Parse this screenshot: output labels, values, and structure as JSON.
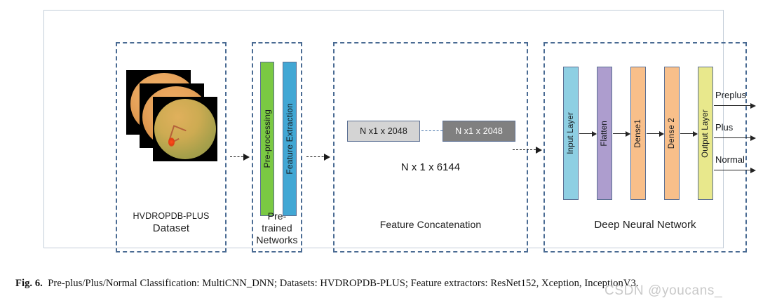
{
  "figure": {
    "caption_prefix": "Fig. 6.",
    "caption_text": "Pre-plus/Plus/Normal Classification: MultiCNN_DNN; Datasets: HVDROPDB-PLUS; Feature extractors: ResNet152, Xception, InceptionV3.",
    "watermark": "CSDN @youcans_"
  },
  "colors": {
    "stage_border": "#4a6b93",
    "frame_border": "#c3cdd9",
    "preprocessing": "#7ac943",
    "feature_extraction": "#42a7d4",
    "input_layer": "#8ecfe3",
    "flatten": "#ad9dce",
    "dense": "#f8bf8a",
    "output_layer": "#e8e88c",
    "concat_light": "#d4d4d4",
    "concat_dark": "#808080",
    "arrow": "#1c1c1c"
  },
  "stages": {
    "dataset": {
      "label_line1": "HVDROPDB-PLUS",
      "label_line2": "Dataset",
      "image_count": 3
    },
    "pretrained": {
      "label_line1": "Pre-trained",
      "label_line2": "Networks",
      "bars": [
        {
          "label": "Pre-processing"
        },
        {
          "label": "Feature Extraction"
        }
      ]
    },
    "concatenation": {
      "label": "Feature Concatenation",
      "box_a": "N x1 x 2048",
      "box_b": "N x1 x 2048",
      "total": "N x 1 x 6144"
    },
    "dnn": {
      "label": "Deep Neural Network",
      "layers": [
        {
          "label": "Input Layer"
        },
        {
          "label": "Flatten"
        },
        {
          "label": "Dense1"
        },
        {
          "label": "Dense 2"
        },
        {
          "label": "Output Layer"
        }
      ],
      "outputs": [
        {
          "label": "Preplus"
        },
        {
          "label": "Plus"
        },
        {
          "label": "Normal"
        }
      ]
    }
  }
}
